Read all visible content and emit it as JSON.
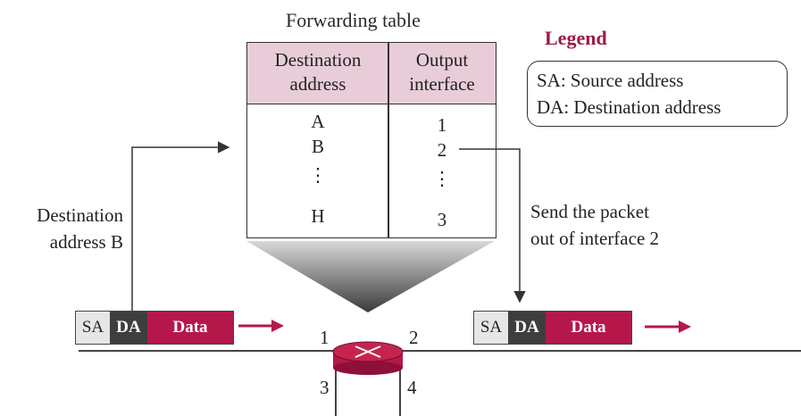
{
  "table": {
    "title": "Forwarding table",
    "headers": [
      {
        "line1": "Destination",
        "line2": "address"
      },
      {
        "line1": "Output",
        "line2": "interface"
      }
    ],
    "rows": [
      {
        "dest": "A",
        "iface": "1"
      },
      {
        "dest": "B",
        "iface": "2"
      },
      {
        "dest": "⋮",
        "iface": "⋮"
      },
      {
        "dest": "H",
        "iface": "3"
      }
    ]
  },
  "legend": {
    "title": "Legend",
    "items": [
      "SA: Source address",
      "DA: Destination address"
    ]
  },
  "labels": {
    "dest_line1": "Destination",
    "dest_line2": "address B",
    "send_line1": "Send the packet",
    "send_line2": "out of interface 2"
  },
  "packet_in": {
    "sa": "SA",
    "da": "DA",
    "data": "Data"
  },
  "packet_out": {
    "sa": "SA",
    "da": "DA",
    "data": "Data"
  },
  "ports": {
    "p1": "1",
    "p2": "2",
    "p3": "3",
    "p4": "4"
  },
  "colors": {
    "accent": "#b5174a",
    "header_bg": "#e8cdd9",
    "legend_title": "#9b1b45",
    "da_bg": "#3e3e3e"
  }
}
